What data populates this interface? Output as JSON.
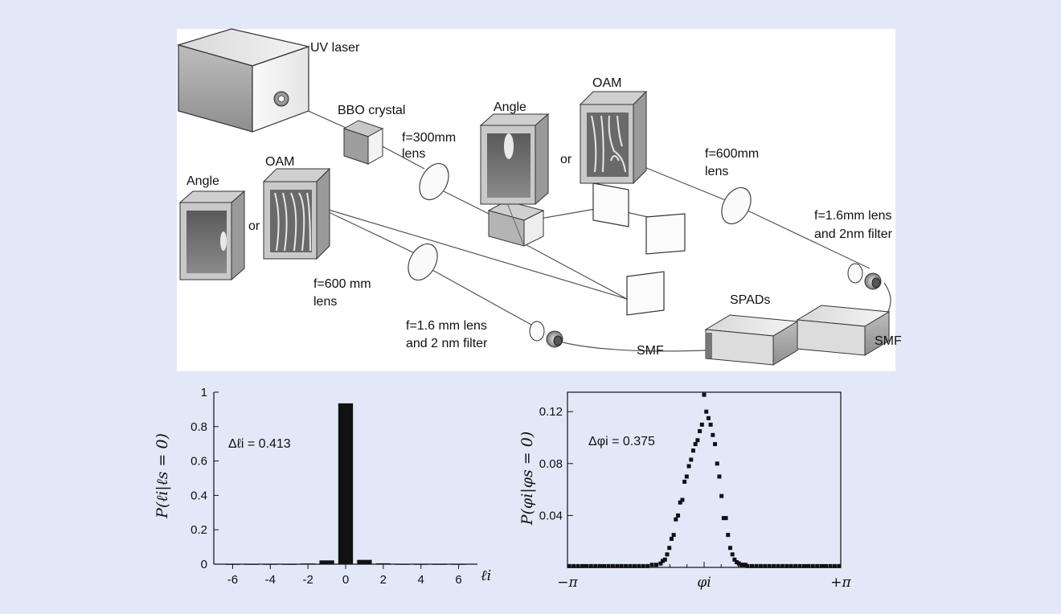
{
  "diagram": {
    "labels": {
      "uv_laser": "UV laser",
      "bbo": "BBO crystal",
      "lens300_a": "f=300mm",
      "lens300_b": "lens",
      "angle_left": "Angle",
      "or_left": "or",
      "oam_left": "OAM",
      "angle_mid": "Angle",
      "or_mid": "or",
      "oam_mid": "OAM",
      "lens600r_a": "f=600mm",
      "lens600r_b": "lens",
      "lens600l_a": "f=600 mm",
      "lens600l_b": "lens",
      "lens16r_a": "f=1.6mm lens",
      "lens16r_b": "and 2nm filter",
      "lens16l_a": "f=1.6 mm lens",
      "lens16l_b": "and 2 nm filter",
      "spads": "SPADs",
      "smf_left": "SMF",
      "smf_right": "SMF"
    }
  },
  "chart_data": [
    {
      "type": "bar",
      "x": [
        -6,
        -5,
        -4,
        -3,
        -2,
        -1,
        0,
        1,
        2,
        3,
        4,
        5,
        6
      ],
      "values": [
        0.002,
        0.002,
        0.002,
        0.002,
        0.004,
        0.022,
        0.935,
        0.025,
        0.005,
        0.002,
        0.002,
        0.002,
        0.002
      ],
      "xlim": [
        -7,
        7
      ],
      "ylim": [
        0,
        1
      ],
      "xticks": [
        "-6",
        "-4",
        "-2",
        "0",
        "2",
        "4",
        "6"
      ],
      "yticks": [
        "0",
        "0.2",
        "0.4",
        "0.6",
        "0.8",
        "1"
      ],
      "ylabel": "P(ℓi|ℓs = 0)",
      "xlabel": "ℓi",
      "annotation": "Δℓi  = 0.413"
    },
    {
      "type": "scatter",
      "xlim": [
        -3.1416,
        3.1416
      ],
      "ylim": [
        0,
        0.135
      ],
      "xticks": [
        "−π",
        "φi",
        "+π"
      ],
      "yticks": [
        "0.04",
        "0.08",
        "0.12"
      ],
      "ylabel": "P(φi|φs = 0)",
      "annotation": "Δφi = 0.375",
      "points_x": [
        -3.1,
        -3.0,
        -2.9,
        -2.8,
        -2.7,
        -2.6,
        -2.5,
        -2.4,
        -2.3,
        -2.2,
        -2.1,
        -2.0,
        -1.9,
        -1.8,
        -1.7,
        -1.6,
        -1.5,
        -1.4,
        -1.3,
        -1.2,
        -1.1,
        -1.0,
        -0.95,
        -0.9,
        -0.85,
        -0.8,
        -0.75,
        -0.7,
        -0.65,
        -0.6,
        -0.55,
        -0.5,
        -0.45,
        -0.4,
        -0.35,
        -0.3,
        -0.25,
        -0.2,
        -0.15,
        -0.1,
        -0.05,
        0.0,
        0.05,
        0.1,
        0.15,
        0.2,
        0.25,
        0.3,
        0.35,
        0.4,
        0.45,
        0.5,
        0.55,
        0.6,
        0.65,
        0.7,
        0.75,
        0.8,
        0.85,
        0.9,
        0.95,
        1.0,
        1.1,
        1.2,
        1.3,
        1.4,
        1.5,
        1.6,
        1.7,
        1.8,
        1.9,
        2.0,
        2.1,
        2.2,
        2.3,
        2.4,
        2.5,
        2.6,
        2.7,
        2.8,
        2.9,
        3.0,
        3.1
      ],
      "points_y": [
        0.001,
        0.001,
        0.001,
        0.001,
        0.001,
        0.001,
        0.001,
        0.001,
        0.001,
        0.001,
        0.001,
        0.001,
        0.001,
        0.001,
        0.001,
        0.001,
        0.001,
        0.001,
        0.001,
        0.002,
        0.002,
        0.003,
        0.005,
        0.006,
        0.01,
        0.015,
        0.022,
        0.025,
        0.037,
        0.04,
        0.05,
        0.052,
        0.066,
        0.07,
        0.078,
        0.083,
        0.09,
        0.095,
        0.098,
        0.105,
        0.11,
        0.133,
        0.12,
        0.115,
        0.11,
        0.102,
        0.095,
        0.08,
        0.07,
        0.055,
        0.038,
        0.038,
        0.025,
        0.015,
        0.01,
        0.006,
        0.004,
        0.003,
        0.002,
        0.002,
        0.002,
        0.001,
        0.001,
        0.001,
        0.001,
        0.001,
        0.001,
        0.001,
        0.001,
        0.001,
        0.001,
        0.001,
        0.001,
        0.001,
        0.001,
        0.001,
        0.001,
        0.001,
        0.001,
        0.001,
        0.001,
        0.001,
        0.001
      ]
    }
  ]
}
